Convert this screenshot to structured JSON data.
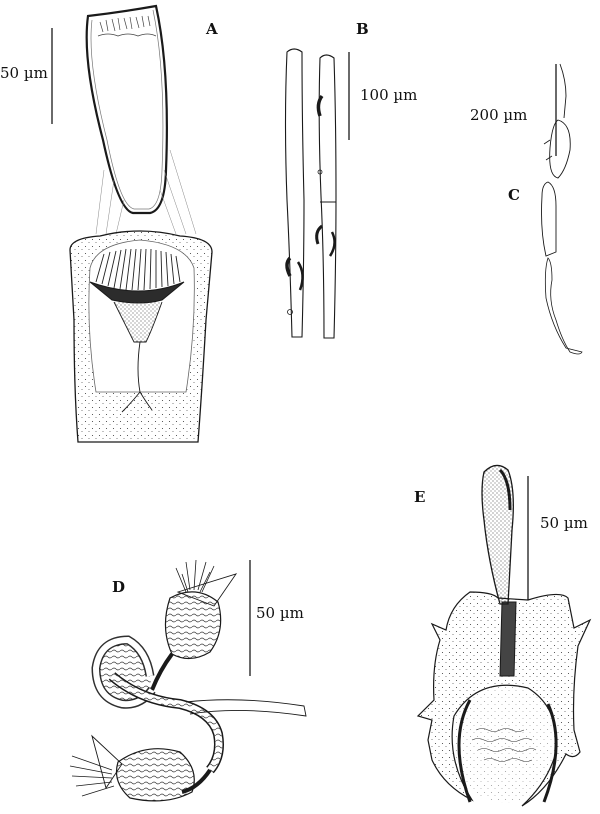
{
  "panels": {
    "a": {
      "label": "A",
      "scale": "50 µm"
    },
    "b": {
      "label": "B",
      "scale": "100 µm"
    },
    "c": {
      "label": "C",
      "scale": "200 µm"
    },
    "d": {
      "label": "D",
      "scale": "50 µm"
    },
    "e": {
      "label": "E",
      "scale": "50 µm"
    }
  },
  "colors": {
    "ink": "#1a1a1a",
    "paper": "#ffffff"
  }
}
